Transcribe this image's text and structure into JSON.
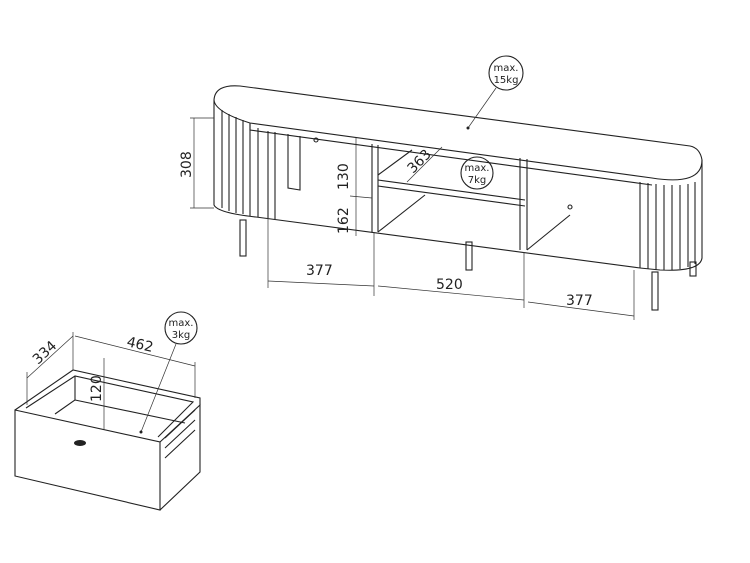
{
  "load_labels": {
    "top": {
      "line1": "max.",
      "line2": "15kg"
    },
    "shelf": {
      "line1": "max.",
      "line2": "7kg"
    },
    "drawer": {
      "line1": "max.",
      "line2": "3kg"
    }
  },
  "cabinet_dimensions": {
    "height": "308",
    "depth": "363",
    "upper_compartment": "130",
    "lower_compartment": "162",
    "left_width": "377",
    "middle_width": "520",
    "right_width": "377"
  },
  "drawer_dimensions": {
    "depth": "334",
    "width": "462",
    "height": "120"
  }
}
